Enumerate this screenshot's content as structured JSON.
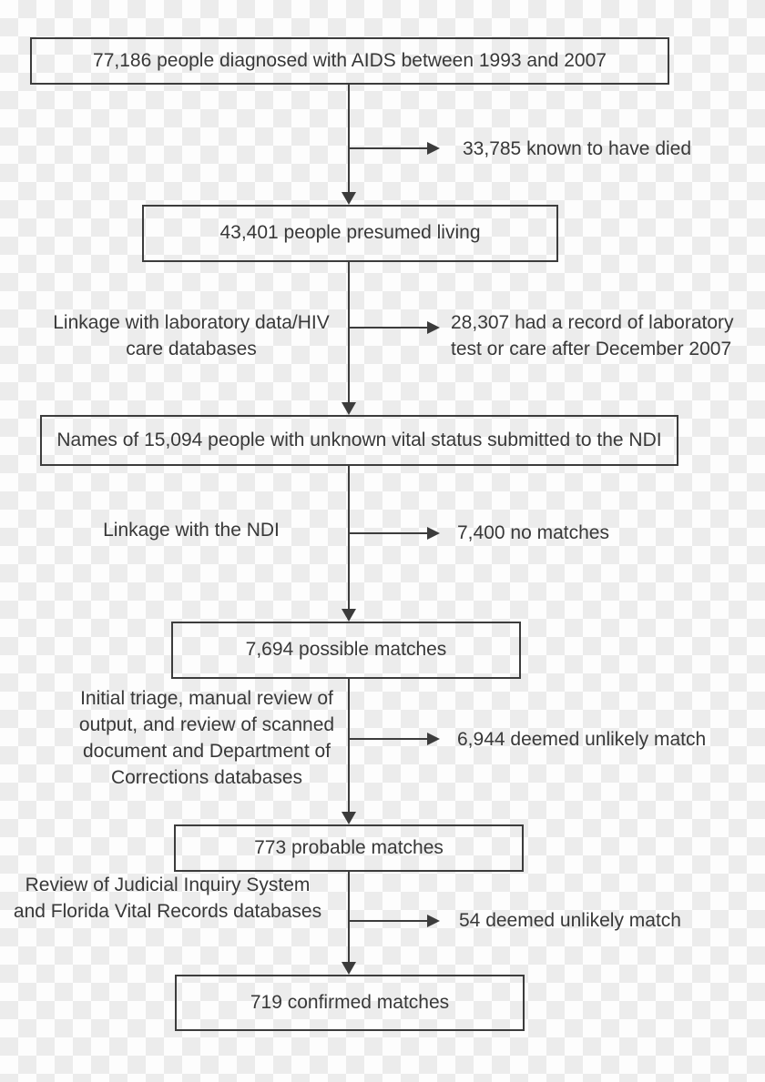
{
  "figure": {
    "type": "flowchart",
    "description": "Study population linkage flow diagram"
  },
  "colors": {
    "checker_white": "#fdfdfd",
    "checker_gray": "#ececec",
    "line": "#3c3c3c",
    "text": "#383838"
  },
  "boxes": [
    {
      "id": "diagnosed",
      "label": "77,186 people diagnosed with AIDS between 1993 and 2007"
    },
    {
      "id": "presumed-living",
      "label": "43,401 people presumed living"
    },
    {
      "id": "submitted-ndi",
      "label": "Names of 15,094 people with unknown vital status submitted to the NDI"
    },
    {
      "id": "possible-matches",
      "label": "7,694 possible matches"
    },
    {
      "id": "probable-matches",
      "label": "773 probable matches"
    },
    {
      "id": "confirmed-matches",
      "label": "719 confirmed matches"
    }
  ],
  "side_notes": [
    {
      "id": "known-died",
      "text": "33,785 known to have died"
    },
    {
      "id": "lab-record",
      "text": "28,307 had a record of laboratory\ntest or care after December 2007"
    },
    {
      "id": "no-matches",
      "text": "7,400 no matches"
    },
    {
      "id": "unlikely-6944",
      "text": "6,944 deemed unlikely match"
    },
    {
      "id": "unlikely-54",
      "text": "54 deemed unlikely match"
    }
  ],
  "process_labels": [
    {
      "id": "lab-linkage",
      "text": "Linkage with laboratory data/HIV\ncare databases"
    },
    {
      "id": "ndi-linkage",
      "text": "Linkage with the NDI"
    },
    {
      "id": "triage",
      "text": "Initial triage, manual review of\noutput, and review of scanned\ndocument and Department of\nCorrections databases"
    },
    {
      "id": "judicial-review",
      "text": "Review of Judicial Inquiry System\nand Florida Vital Records databases"
    }
  ]
}
